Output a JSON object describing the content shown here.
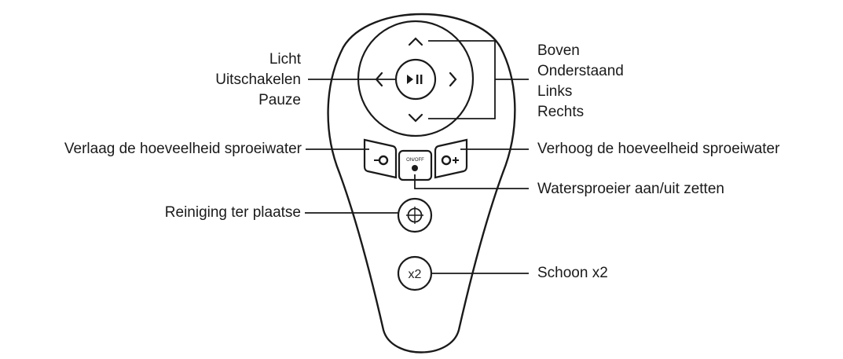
{
  "labels": {
    "play_pause": [
      "Licht",
      "Uitschakelen",
      "Pauze"
    ],
    "directions": [
      "Boven",
      "Onderstaand",
      "Links",
      "Rechts"
    ],
    "decrease_water": "Verlaag de hoeveelheid sproeiwater",
    "increase_water": "Verhoog de hoeveelheid sproeiwater",
    "water_onoff": "Watersproeier aan/uit zetten",
    "spot_clean": "Reiniging ter plaatse",
    "clean_x2": "Schoon x2"
  },
  "buttons": {
    "play_pause_glyph": "▶II",
    "decrease_glyph": "-",
    "increase_glyph": "+",
    "onoff_text": "ON/OFF",
    "x2_text": "x2"
  },
  "colors": {
    "line": "#1a1a1a",
    "background": "#ffffff"
  }
}
